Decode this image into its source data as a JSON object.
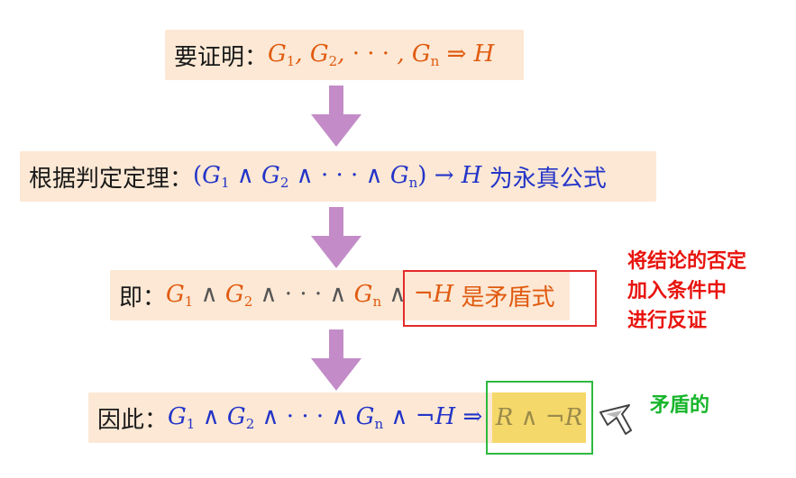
{
  "steps": [
    {
      "prefix": "要证明：",
      "formula_left": "G",
      "formula_text": "G₁, G₂, ⋯ , Gₙ ⇒ H"
    },
    {
      "prefix": "根据判定定理：",
      "suffix": "为永真公式"
    },
    {
      "prefix": "即：",
      "suffix": "是矛盾式"
    },
    {
      "prefix": "因此：",
      "highlight": "R ∧ ¬R"
    }
  ],
  "annotations": {
    "red_note": [
      "将结论的否定",
      "加入条件中",
      "进行反证"
    ],
    "green_note": "矛盾的"
  },
  "colors": {
    "box_bg": "#fce8d4",
    "arrow": "#c38cc8",
    "orange": "#e05a10",
    "blue": "#2334c8",
    "red_frame": "#e32a2a",
    "green_frame": "#2db93e",
    "highlight": "#f5d86a"
  }
}
